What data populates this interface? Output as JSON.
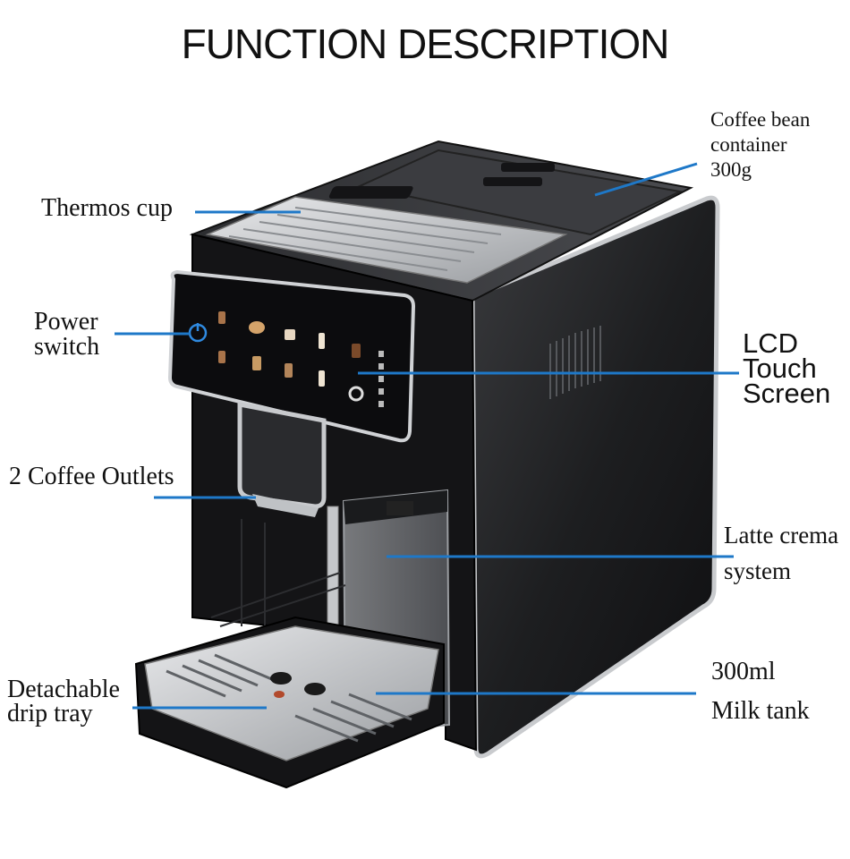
{
  "title": "FUNCTION DESCRIPTION",
  "colors": {
    "leader_line": "#1e78c8",
    "body": "#1b1b1d",
    "steel": "#b9bcc0"
  },
  "labels": {
    "coffee_bean": {
      "line1": "Coffee bean",
      "line2": "container",
      "line3": "300g"
    },
    "thermos_cup": {
      "line1": "Thermos cup"
    },
    "power_switch": {
      "line1": "Power",
      "line2": "switch"
    },
    "lcd": {
      "line1": "LCD",
      "line2": "Touch",
      "line3": "Screen"
    },
    "coffee_outlets": {
      "line1": "2 Coffee Outlets"
    },
    "latte": {
      "line1": "Latte crema",
      "line2": "system"
    },
    "milk_tank": {
      "line1": "300ml",
      "line2": "Milk tank"
    },
    "drip_tray": {
      "line1": "Detachable",
      "line2": "drip tray"
    }
  }
}
